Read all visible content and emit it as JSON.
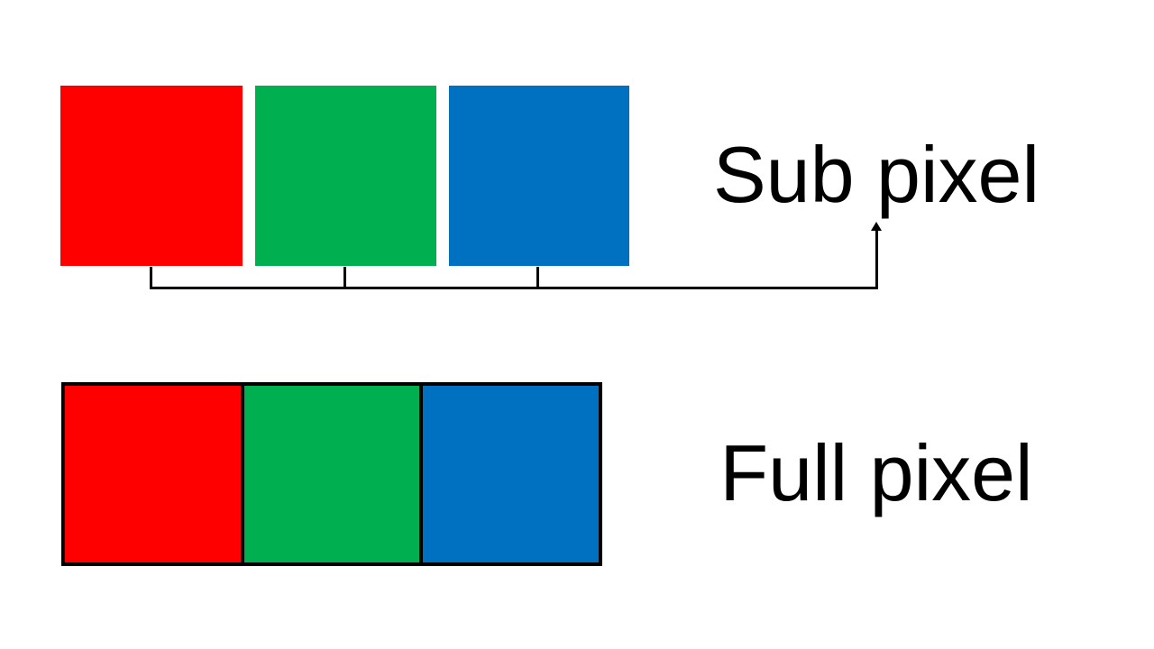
{
  "page": {
    "background": "#FFFFFF",
    "stroke_color": "#000000",
    "text_color": "#000000"
  },
  "subpixel_diagram": {
    "label": "Sub pixel",
    "segments": [
      {
        "name": "red-subpixel",
        "color": "#FF0000"
      },
      {
        "name": "green-subpixel",
        "color": "#00B050"
      },
      {
        "name": "blue-subpixel",
        "color": "#0070C0"
      }
    ]
  },
  "fullpixel_diagram": {
    "label": "Full pixel",
    "segments": [
      {
        "name": "red-channel",
        "color": "#FF0000"
      },
      {
        "name": "green-channel",
        "color": "#00B050"
      },
      {
        "name": "blue-channel",
        "color": "#0070C0"
      }
    ]
  }
}
